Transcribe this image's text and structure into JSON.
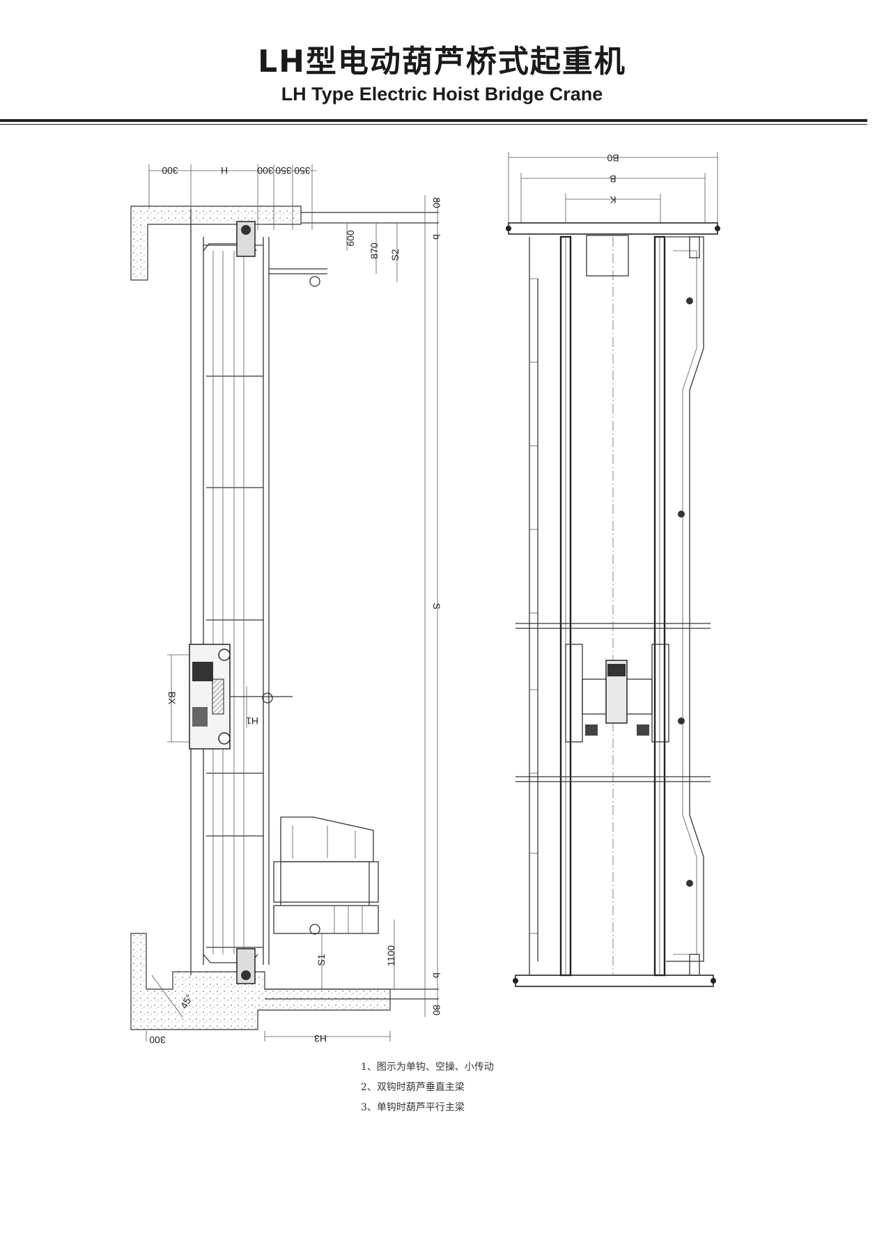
{
  "header": {
    "title_cn": "LH型电动葫芦桥式起重机",
    "title_en": "LH Type Electric Hoist Bridge Crane"
  },
  "side_view": {
    "dims": {
      "d300_top": "300",
      "h": "H",
      "d300": "300",
      "d350a": "350",
      "d350b": "350",
      "d80_top": "80",
      "b_top": "b",
      "d600": "600",
      "d870": "870",
      "s2": "S2",
      "s": "S",
      "bx": "BX",
      "h1": "H1",
      "d1100": "1100",
      "s1": "S1",
      "b_bottom": "b",
      "d80_bottom": "80",
      "d300_bottom": "300",
      "h3": "H3",
      "angle45": "45°"
    }
  },
  "front_view": {
    "dims": {
      "b0": "B0",
      "b": "B",
      "k": "K"
    }
  },
  "notes": [
    "1、图示为单钩、空操、小传动",
    "2、双钩时葫芦垂直主梁",
    "3、单钩时葫芦平行主梁"
  ]
}
